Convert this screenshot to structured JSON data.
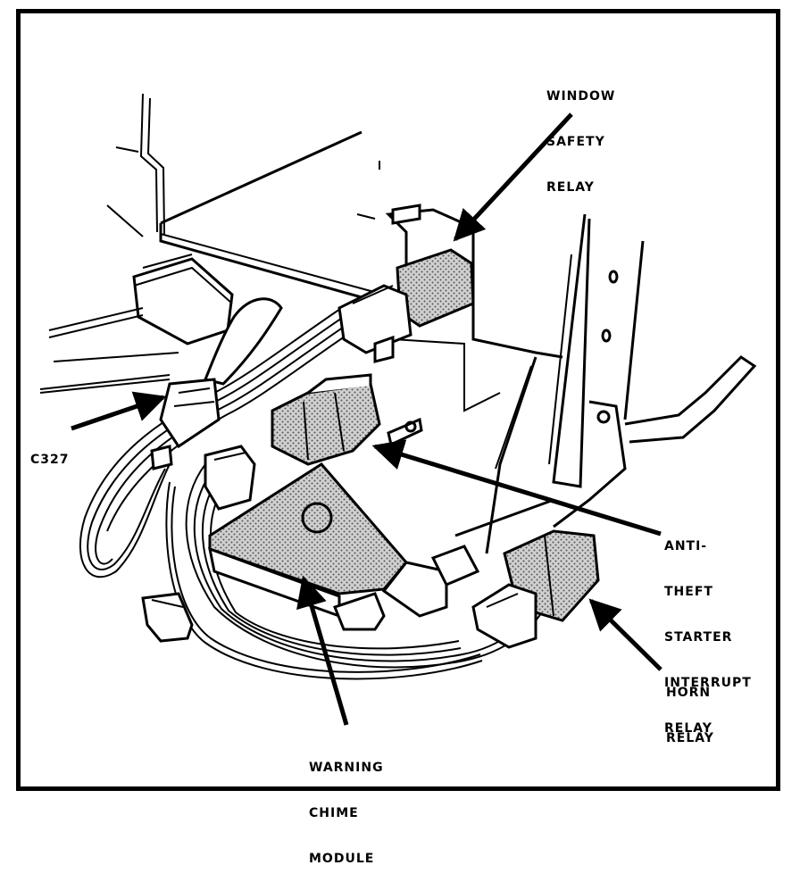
{
  "labels": {
    "window_safety_relay": [
      "WINDOW",
      "SAFETY",
      "RELAY"
    ],
    "c327": [
      "C327"
    ],
    "anti_theft": [
      "ANTI-",
      "THEFT",
      "STARTER",
      "INTERRUPT",
      "RELAY"
    ],
    "horn_relay": [
      "HORN",
      "RELAY"
    ],
    "warning_chime": [
      "WARNING",
      "CHIME",
      "MODULE"
    ]
  }
}
